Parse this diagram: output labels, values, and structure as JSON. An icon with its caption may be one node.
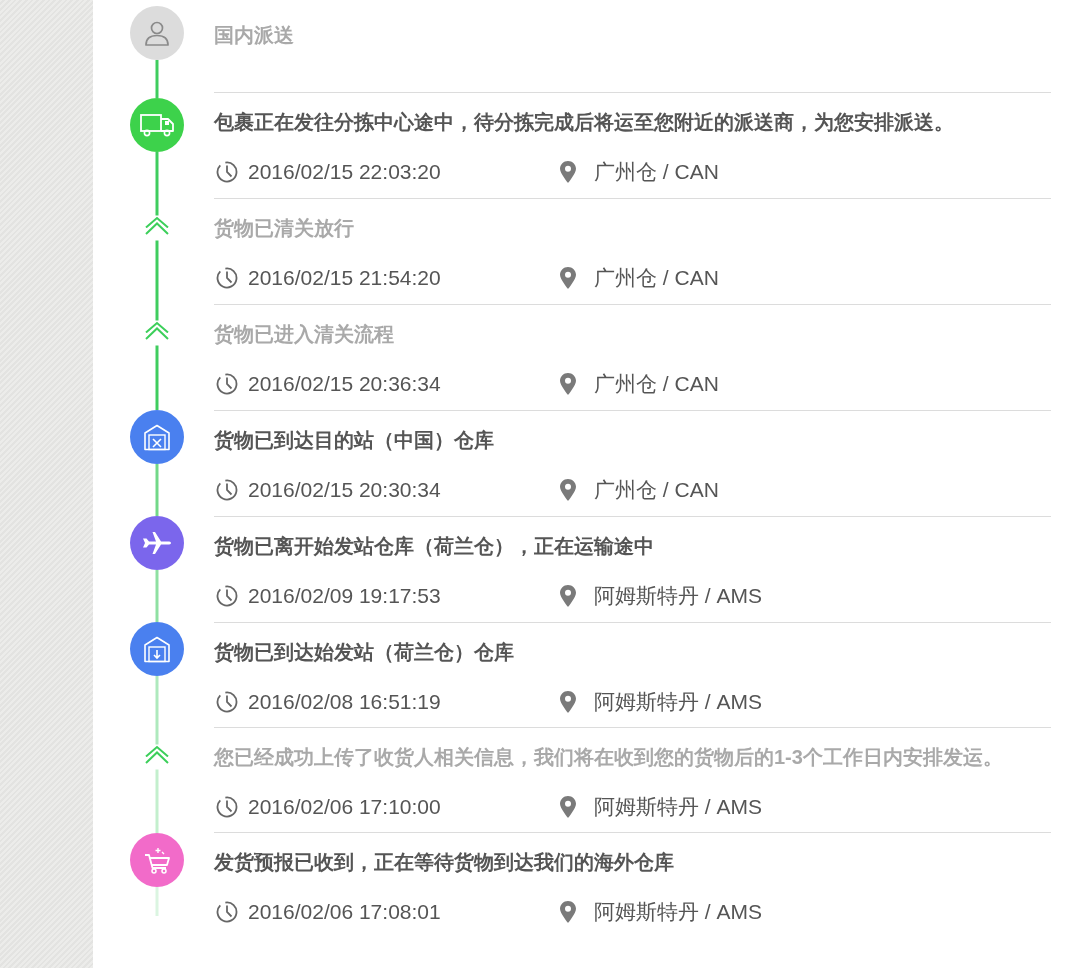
{
  "diagram": {
    "nodes": [
      {
        "text": [],
        "shape": "circle"
      },
      {
        "text": [
          "国内派送"
        ]
      },
      {
        "text": [],
        "shape": "circle"
      },
      {
        "text": [
          "包裹正在发往分拣中心途中，待分拣完成后将运至您附近的派送商，为您安排派送。",
          "2016/02/15 22:03:20",
          "广州仓 / CAN"
        ]
      },
      {
        "text": [],
        "shape": "chevron"
      },
      {
        "text": [
          "货物已清关放行",
          "2016/02/15 21:54:20",
          "广州仓 / CAN"
        ]
      },
      {
        "text": [],
        "shape": "chevron"
      },
      {
        "text": [
          "货物已进入清关流程",
          "2016/02/15 20:36:34",
          "广州仓 / CAN"
        ]
      },
      {
        "text": [],
        "shape": "circle"
      },
      {
        "text": [
          "货物已到达目的站（中国）仓库",
          "2016/02/15 20:30:34",
          "广州仓 / CAN"
        ]
      },
      {
        "text": [],
        "shape": "circle"
      },
      {
        "text": [
          "货物已离开始发站仓库（荷兰仓），正在运输途中",
          "2016/02/09 19:17:53",
          "阿姆斯特丹 / AMS"
        ]
      },
      {
        "text": [],
        "shape": "circle"
      },
      {
        "text": [
          "货物已到达始发站（荷兰仓）仓库",
          "2016/02/08 16:51:19",
          "阿姆斯特丹 / AMS"
        ]
      },
      {
        "text": [],
        "shape": "chevron"
      },
      {
        "text": [
          "您已经成功上传了收货人相关信息，我们将在收到您的货物后的1-3个工作日内安排发运。",
          "2016/02/06 17:10:00",
          "阿姆斯特丹 / AMS"
        ]
      },
      {
        "text": [],
        "shape": "circle"
      },
      {
        "text": [
          "发货预报已收到，正在等待货物到达我们的海外仓库",
          "2016/02/06 17:08:01",
          "阿姆斯特丹 / AMS"
        ]
      }
    ],
    "edges": [
      {
        "from": 0,
        "to": 2,
        "arrow": "none"
      },
      {
        "from": 2,
        "to": 4,
        "arrow": "none"
      },
      {
        "from": 6,
        "to": 4,
        "arrow": "to"
      },
      {
        "from": 8,
        "to": 6,
        "arrow": "to"
      },
      {
        "from": 8,
        "to": 10,
        "arrow": "none",
        "color": "#72d888"
      },
      {
        "from": 10,
        "to": 12,
        "arrow": "none",
        "color": "#8fe0a2"
      },
      {
        "from": 12,
        "to": 14,
        "arrow": "none",
        "color": "#aee9bd"
      },
      {
        "from": 16,
        "to": 14,
        "arrow": "to",
        "color": "#c3efcd"
      },
      {
        "from": 16,
        "to": null,
        "arrow": "none",
        "color": "#dbf5e1"
      }
    ]
  }
}
